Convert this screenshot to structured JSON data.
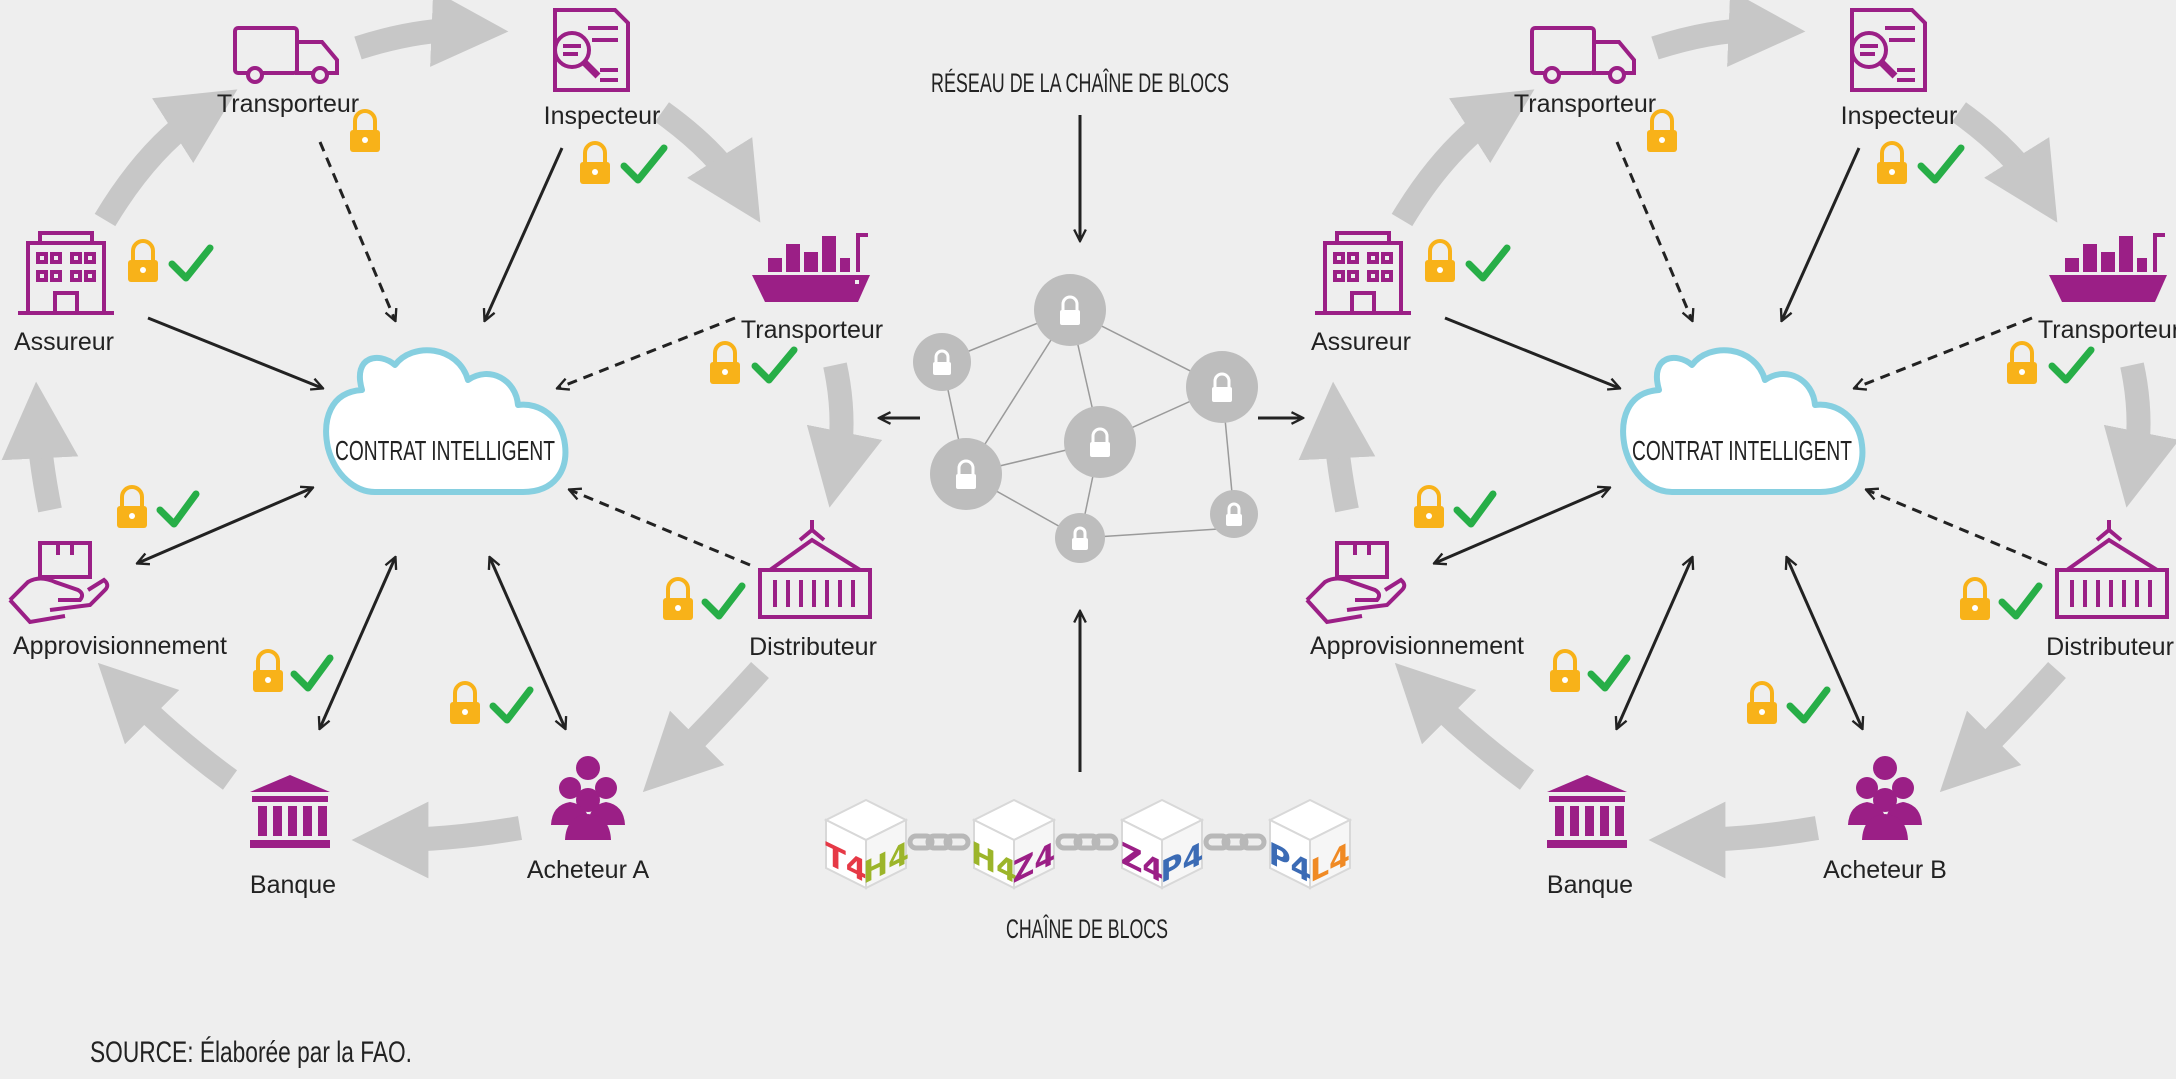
{
  "colors": {
    "actor": "#9b1f86",
    "lock": "#f8b219",
    "check": "#27ae47",
    "cycle_arrow": "#c7c7c7",
    "cloud": "#86cfe0",
    "node": "#bdbdbd",
    "text": "#222222"
  },
  "network_title": "RÉSEAU DE LA CHAÎNE DE BLOCS",
  "chain_title": "CHAÎNE DE BLOCS",
  "source": "SOURCE: Élaborée par la FAO.",
  "left_cycle": {
    "contract_label": "CONTRAT INTELLIGENT",
    "actors": [
      {
        "key": "transporteur_road",
        "label": "Transporteur",
        "icon": "truck-icon"
      },
      {
        "key": "inspecteur",
        "label": "Inspecteur",
        "icon": "inspection-document-icon"
      },
      {
        "key": "transporteur_ship",
        "label": "Transporteur",
        "icon": "cargo-ship-icon"
      },
      {
        "key": "distributeur",
        "label": "Distributeur",
        "icon": "container-icon"
      },
      {
        "key": "acheteur",
        "label": "Acheteur A",
        "icon": "people-group-icon"
      },
      {
        "key": "banque",
        "label": "Banque",
        "icon": "bank-icon"
      },
      {
        "key": "approvisionnement",
        "label": "Approvisionnement",
        "icon": "hand-box-icon"
      },
      {
        "key": "assureur",
        "label": "Assureur",
        "icon": "office-building-icon"
      }
    ]
  },
  "right_cycle": {
    "contract_label": "CONTRAT INTELLIGENT",
    "actors": [
      {
        "key": "transporteur_road",
        "label": "Transporteur",
        "icon": "truck-icon"
      },
      {
        "key": "inspecteur",
        "label": "Inspecteur",
        "icon": "inspection-document-icon"
      },
      {
        "key": "transporteur_ship",
        "label": "Transporteur",
        "icon": "cargo-ship-icon"
      },
      {
        "key": "distributeur",
        "label": "Distributeur",
        "icon": "container-icon"
      },
      {
        "key": "acheteur",
        "label": "Acheteur B",
        "icon": "people-group-icon"
      },
      {
        "key": "banque",
        "label": "Banque",
        "icon": "bank-icon"
      },
      {
        "key": "approvisionnement",
        "label": "Approvisionnement",
        "icon": "hand-box-icon"
      },
      {
        "key": "assureur",
        "label": "Assureur",
        "icon": "office-building-icon"
      }
    ]
  },
  "chain_blocks": [
    {
      "left": "T4",
      "right": "H4",
      "left_color": "#e63946",
      "right_color": "#9cb52a"
    },
    {
      "left": "H4",
      "right": "Z4",
      "left_color": "#9cb52a",
      "right_color": "#9b1f86"
    },
    {
      "left": "Z4",
      "right": "P4",
      "left_color": "#9b1f86",
      "right_color": "#3b6bb5"
    },
    {
      "left": "P4",
      "right": "L4",
      "left_color": "#3b6bb5",
      "right_color": "#f08a24"
    }
  ]
}
